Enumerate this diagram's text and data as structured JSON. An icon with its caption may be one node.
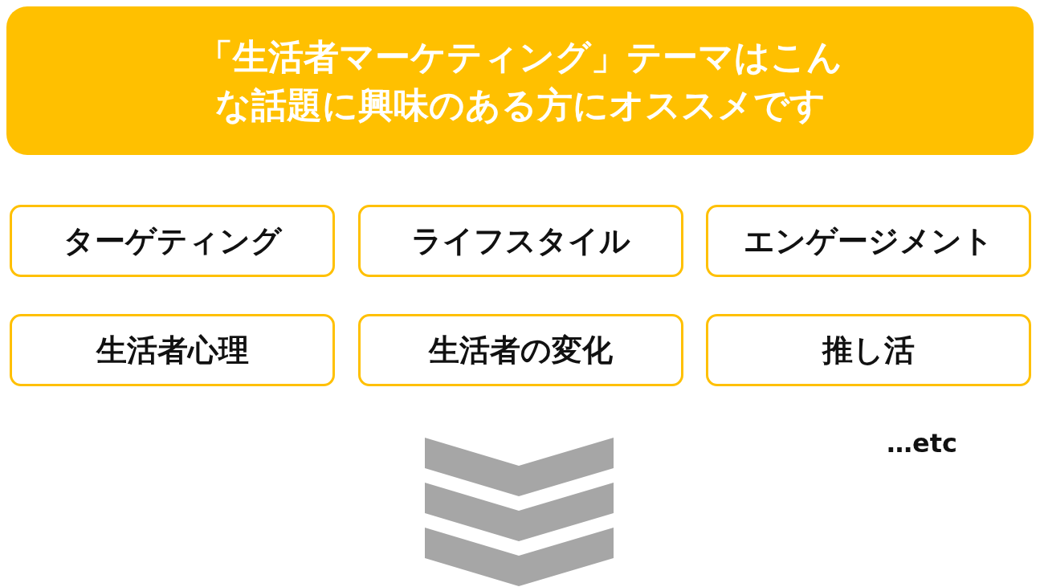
{
  "diagram": {
    "nodes": [
      {
        "text": [
          "「生活者マーケティング」テーマはこんな話題に興味のある方にオススメです"
        ]
      },
      {
        "text": [
          "ターゲティング"
        ]
      },
      {
        "text": [
          "ライフスタイル"
        ]
      },
      {
        "text": [
          "エンゲージメント"
        ]
      },
      {
        "text": [
          "生活者心理"
        ]
      },
      {
        "text": [
          "生活者の変化"
        ]
      },
      {
        "text": [
          "推し活"
        ]
      }
    ],
    "labels": [
      "…etc"
    ]
  }
}
